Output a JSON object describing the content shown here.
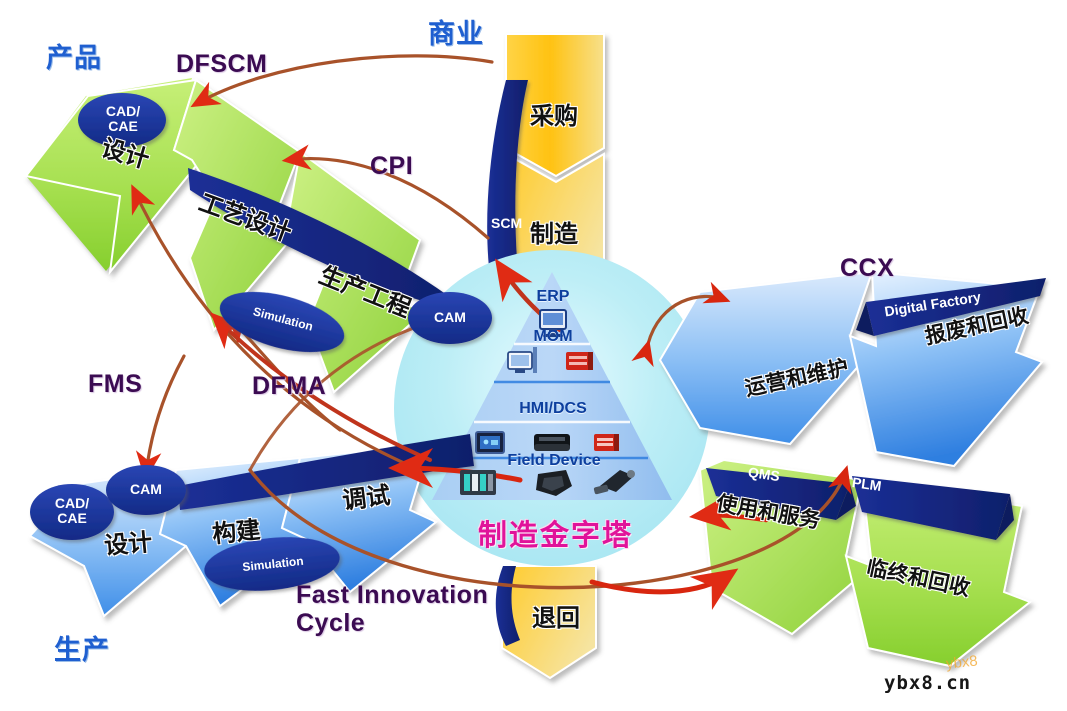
{
  "diagram": {
    "title_hidden": "Manufacturing / Digital Factory value-chain diagram",
    "watermark": "ybx8.cn",
    "watermark_alt": "ybx8"
  },
  "section_titles": [
    {
      "id": "product",
      "text": "产品"
    },
    {
      "id": "business",
      "text": "商业"
    },
    {
      "id": "production",
      "text": "生产"
    }
  ],
  "callouts": [
    {
      "id": "dfscm",
      "text": "DFSCM"
    },
    {
      "id": "cpi",
      "text": "CPI"
    },
    {
      "id": "fms",
      "text": "FMS"
    },
    {
      "id": "dfma",
      "text": "DFMA"
    },
    {
      "id": "ccx",
      "text": "CCX"
    },
    {
      "id": "fic",
      "line1": "Fast Innovation",
      "line2": "Cycle"
    }
  ],
  "green_chevron": {
    "name": "product-lifecycle-arrow",
    "stages": [
      {
        "label": "设计"
      },
      {
        "label": "工艺设计"
      },
      {
        "label": "生产工程"
      }
    ],
    "ovals": [
      {
        "line1": "CAD/",
        "line2": "CAE"
      },
      {
        "line1": "Simulation",
        "line2": ""
      },
      {
        "line1": "CAM",
        "line2": ""
      }
    ]
  },
  "blue_chevron": {
    "name": "production-lifecycle-arrow",
    "stages": [
      {
        "label": "设计"
      },
      {
        "label": "构建"
      },
      {
        "label": "调试"
      }
    ],
    "ovals": [
      {
        "line1": "CAD/",
        "line2": "CAE"
      },
      {
        "line1": "CAM",
        "line2": ""
      },
      {
        "line1": "Simulation",
        "line2": ""
      }
    ]
  },
  "yellow_arrow": {
    "name": "business-arrow",
    "stages": [
      {
        "label": "采购"
      },
      {
        "label": "制造"
      },
      {
        "label": "退回"
      }
    ],
    "banner": "SCM"
  },
  "right_blue_arrow": {
    "name": "operations-arrow",
    "stages": [
      {
        "label": "运营和维护"
      },
      {
        "label": "报废和回收"
      }
    ],
    "banner": "Digital Factory"
  },
  "right_green_arrow": {
    "name": "service-arrow",
    "stages": [
      {
        "label": "使用和服务"
      },
      {
        "label": "临终和回收"
      }
    ],
    "banners": [
      "QMS",
      "PLM"
    ]
  },
  "pyramid": {
    "name": "manufacturing-pyramid",
    "caption": "制造金字塔",
    "tiers": [
      {
        "label": "ERP",
        "icons": [
          "monitor-icon"
        ]
      },
      {
        "label": "MOM",
        "icons": [
          "workstation-icon",
          "server-icon"
        ]
      },
      {
        "label": "HMI/DCS",
        "icons": [
          "hmi-panel-icon",
          "controller-icon",
          "module-icon"
        ]
      },
      {
        "label": "Field Device",
        "icons": [
          "plc-rack-icon",
          "sensor-icon",
          "actuator-icon"
        ]
      }
    ]
  },
  "colors": {
    "green_light": "#b6e85c",
    "green_dark": "#8ed13a",
    "blue_light": "#cfe4fb",
    "blue_mid": "#4f9ff0",
    "blue_deep": "#1a3fa0",
    "navy": "#14267e",
    "yellow": "#ffc61a",
    "yellow_light": "#ffe07a",
    "circle_cyan": "#b9ecf4",
    "pyramid_blue": "#9cc3f0",
    "arrow_red": "#e02b14",
    "arrow_brown": "#a8522a",
    "title_blue": "#1f5fd0",
    "callout_purple": "#3b0b52",
    "pyramid_caption_pink": "#e0139a"
  }
}
